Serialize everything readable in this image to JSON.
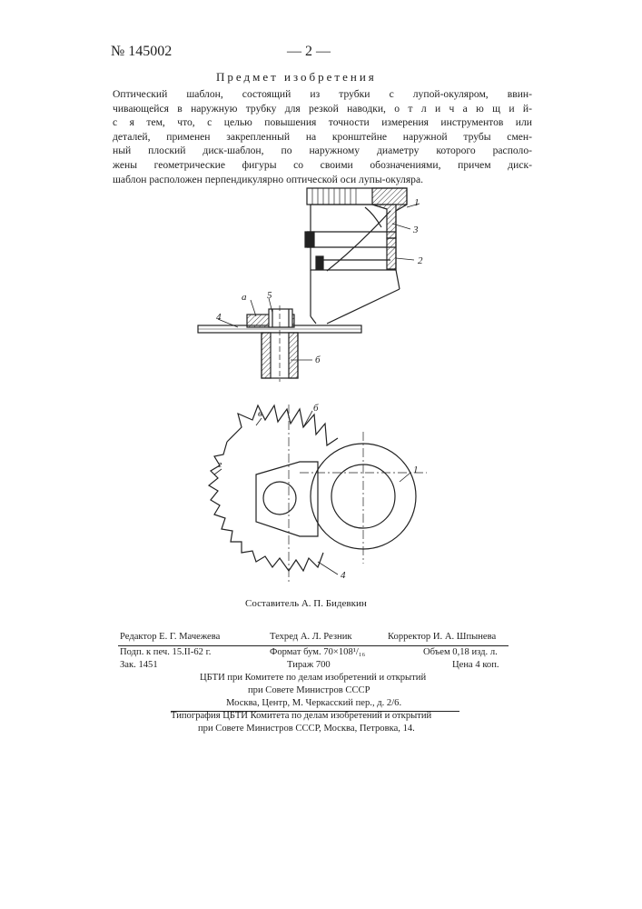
{
  "header": {
    "patent_number": "№ 145002",
    "page_number": "— 2 —"
  },
  "section_title": "Предмет изобретения",
  "claim_lines": [
    "Оптический шаблон, состоящий из трубки с лупой-окуляром, ввин-",
    "чивающейся в наружную трубку для резкой наводки, о т л и ч а ю щ и й-",
    "с я тем, что, с целью повышения точности измерения инструментов или",
    "деталей, применен закрепленный на кронштейне наружной трубы смен-",
    "ный плоский диск-шаблон, по наружному диаметру которого располо-",
    "жены геометрические фигуры со своими обозначениями, причем диск-",
    "шаблон расположен перпендикулярно оптической оси лупы-окуляра."
  ],
  "figure1": {
    "labels": {
      "a": "а",
      "five": "5",
      "four": "4",
      "b": "б",
      "one": "1",
      "three": "3",
      "two": "2"
    }
  },
  "figure2": {
    "labels": {
      "v": "в",
      "b": "б",
      "g": "г",
      "one": "1",
      "four": "4"
    }
  },
  "compiler": "Составитель А. П. Бидевкин",
  "imprint": {
    "editor": "Редактор Е. Г. Мачежева",
    "techred": "Техред А. Л. Резник",
    "corrector": "Корректор И. А. Шпынева",
    "signed": "Подп. к печ. 15.II-62 г.",
    "format": "Формат бум. 70×108¹/₁₆",
    "volume": "Объем 0,18 изд. л.",
    "order": "Зак. 1451",
    "print_run": "Тираж 700",
    "price": "Цена 4 коп.",
    "publisher_1": "ЦБТИ при Комитете по делам изобретений и открытий",
    "publisher_2": "при Совете Министров СССР",
    "publisher_3": "Москва, Центр, М. Черкасский пер., д. 2/6.",
    "printer_1": "Типография ЦБТИ Комитета по делам изобретений и открытий",
    "printer_2": "при Совете Министров СССР, Москва, Петровка, 14."
  }
}
